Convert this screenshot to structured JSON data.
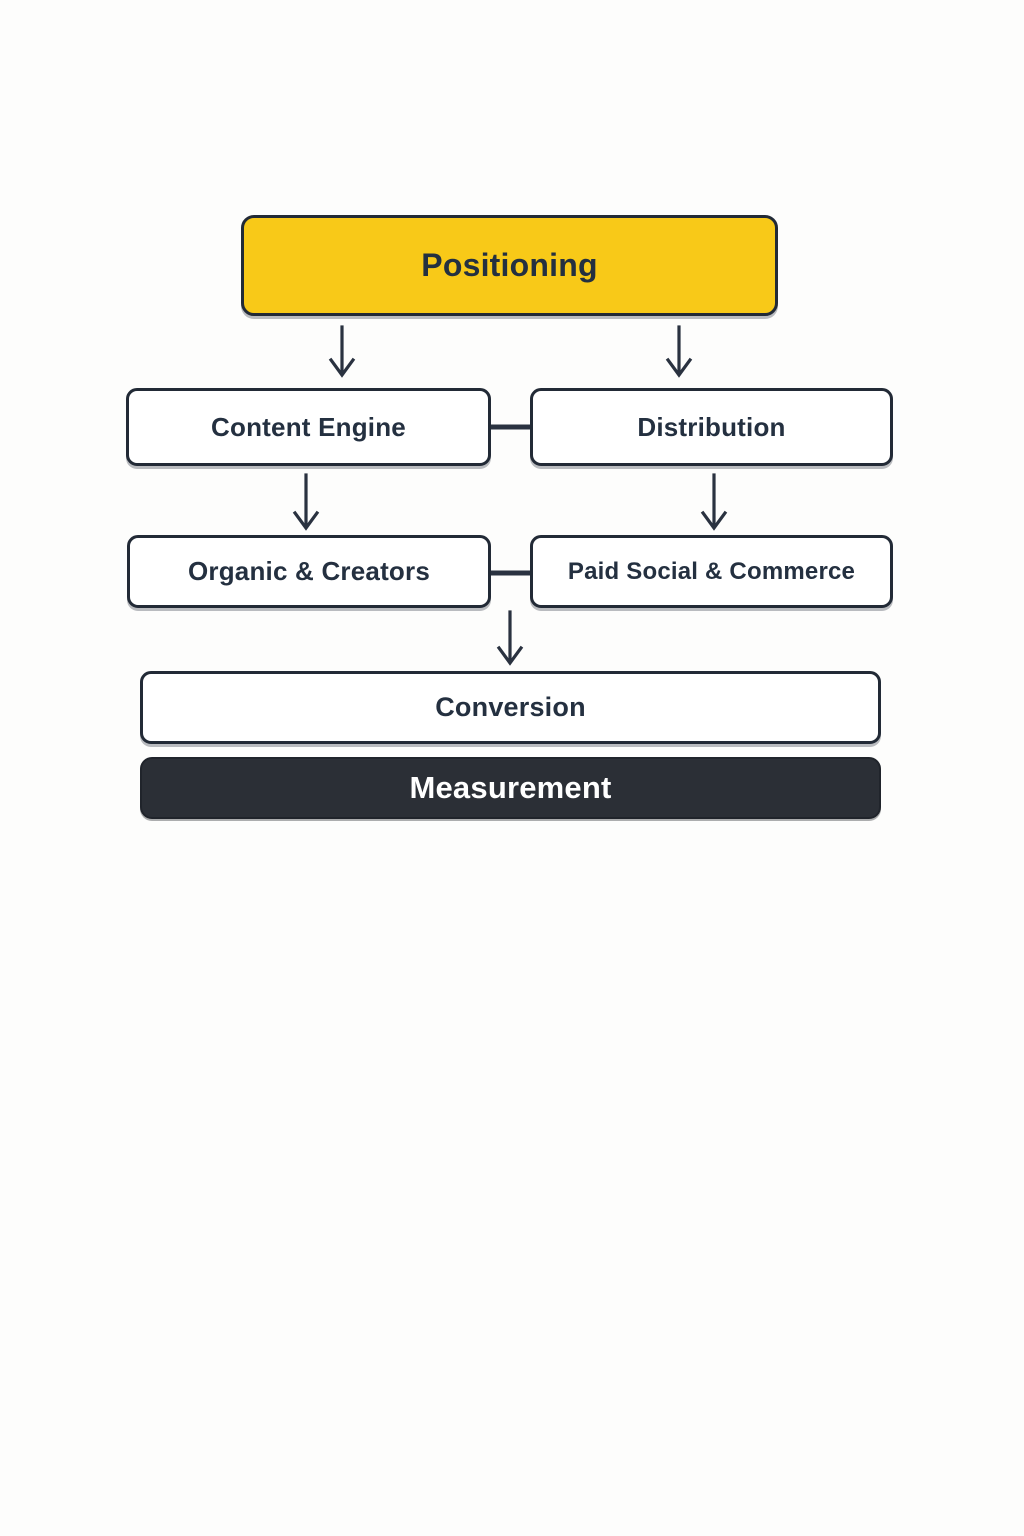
{
  "diagram": {
    "nodes": {
      "positioning": {
        "label": "Positioning"
      },
      "content_engine": {
        "label": "Content Engine"
      },
      "distribution": {
        "label": "Distribution"
      },
      "organic_creators": {
        "label": "Organic & Creators"
      },
      "paid_social_commerce": {
        "label": "Paid Social & Commerce"
      },
      "conversion": {
        "label": "Conversion"
      },
      "measurement": {
        "label": "Measurement"
      }
    },
    "edges": [
      {
        "from": "Positioning",
        "to": "Content Engine",
        "type": "arrow"
      },
      {
        "from": "Positioning",
        "to": "Distribution",
        "type": "arrow"
      },
      {
        "from": "Content Engine",
        "to": "Distribution",
        "type": "connector"
      },
      {
        "from": "Content Engine",
        "to": "Organic & Creators",
        "type": "arrow"
      },
      {
        "from": "Distribution",
        "to": "Paid Social & Commerce",
        "type": "arrow"
      },
      {
        "from": "Organic & Creators",
        "to": "Paid Social & Commerce",
        "type": "connector"
      },
      {
        "from": "Organic & Creators / Paid Social & Commerce",
        "to": "Conversion",
        "type": "arrow"
      }
    ],
    "colors": {
      "highlight": "#F8C918",
      "dark": "#2B2F36",
      "border": "#222A36",
      "arrow": "#2A3240",
      "background": "#FDFDFC",
      "text": "#243040"
    }
  }
}
